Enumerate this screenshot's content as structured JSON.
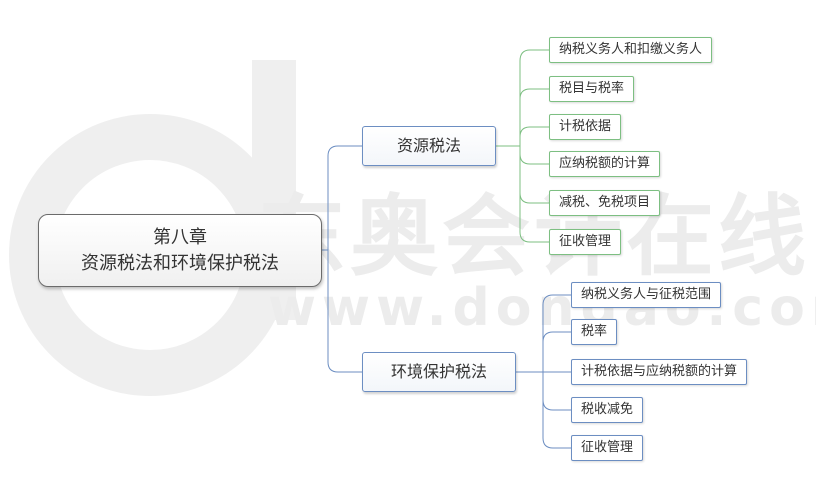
{
  "colors": {
    "root_border": "#6b6b6b",
    "branch_border": "#6c8ec2",
    "group1_line": "#7dbf82",
    "group2_line": "#6c8ec2",
    "watermark": "#ececec"
  },
  "watermark": {
    "brand": "东奥会计在线",
    "url": "www.dongao.com"
  },
  "root": {
    "line1": "第八章",
    "line2": "资源税法和环境保护税法"
  },
  "branches": [
    {
      "label": "资源税法",
      "leaves": [
        "纳税义务人和扣缴义务人",
        "税目与税率",
        "计税依据",
        "应纳税额的计算",
        "减税、免税项目",
        "征收管理"
      ]
    },
    {
      "label": "环境保护税法",
      "leaves": [
        "纳税义务人与征税范围",
        "税率",
        "计税依据与应纳税额的计算",
        "税收减免",
        "征收管理"
      ]
    }
  ]
}
